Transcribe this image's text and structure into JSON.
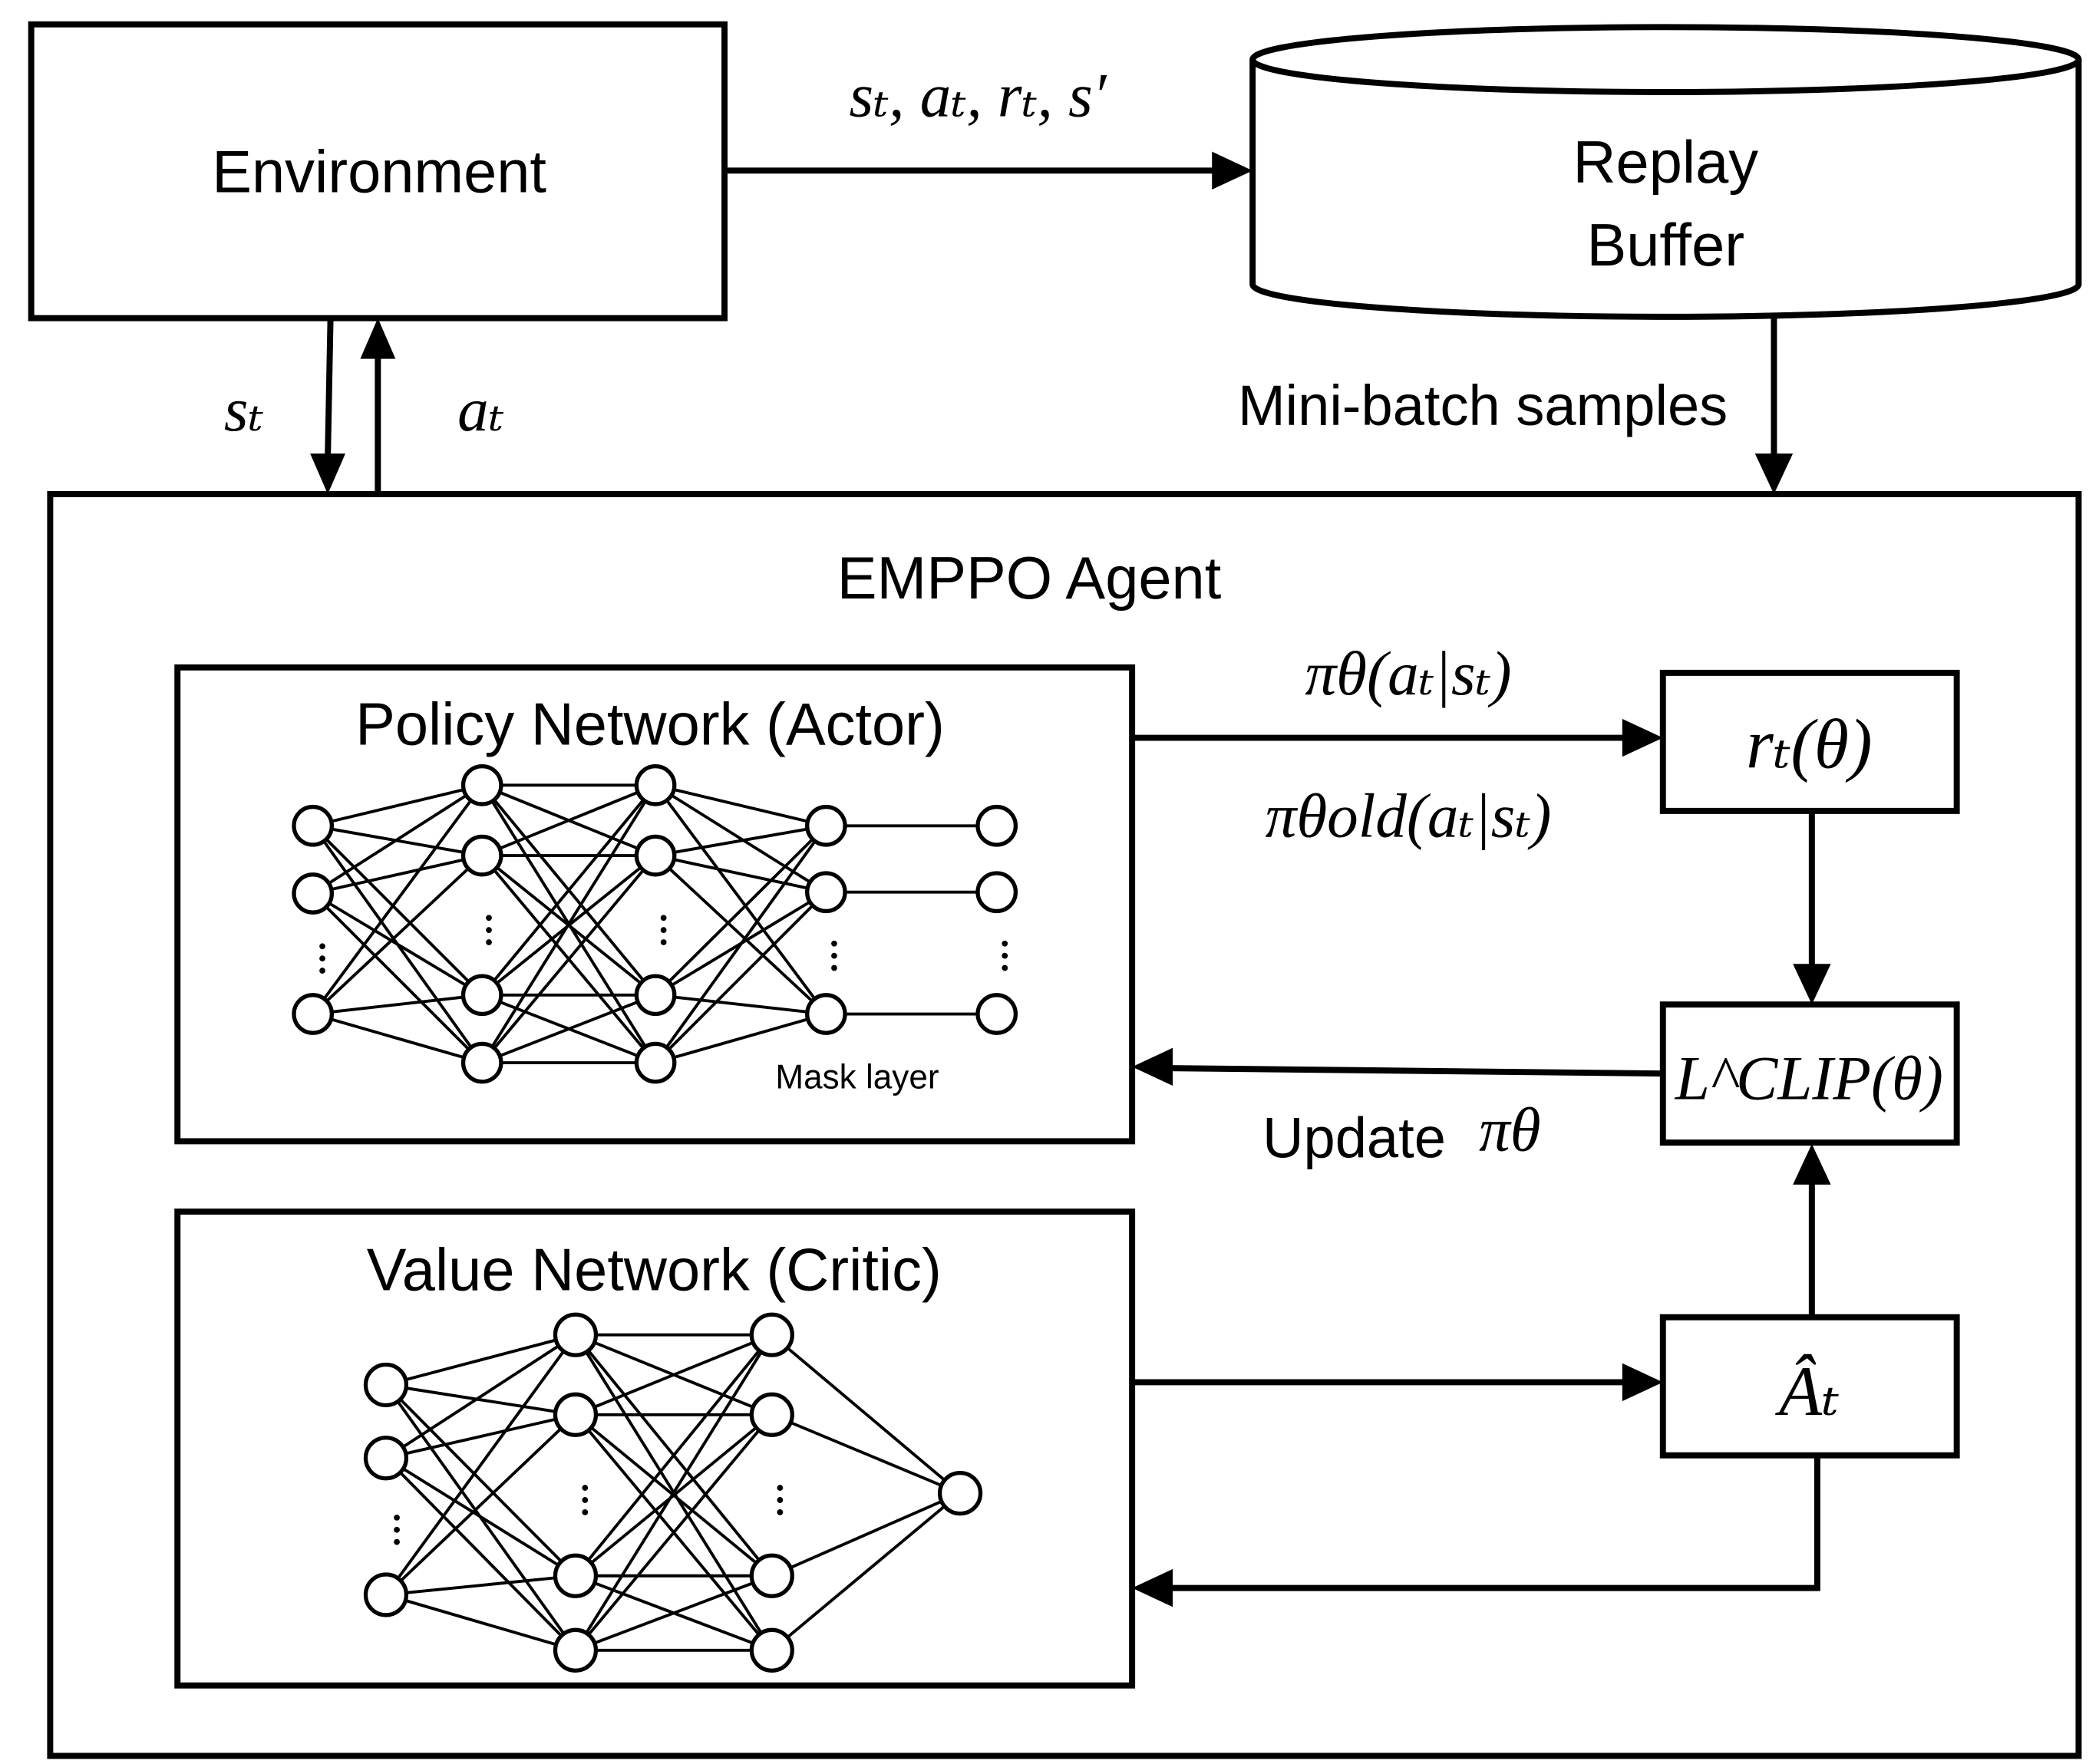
{
  "environment": {
    "label": "Environment"
  },
  "replay_buffer": {
    "line1": "Replay",
    "line2": "Buffer"
  },
  "transition_tuple": {
    "label": "sₜ, aₜ, rₜ, s′"
  },
  "state_arrow": {
    "label": "sₜ"
  },
  "action_arrow": {
    "label": "aₜ"
  },
  "minibatch": {
    "label": "Mini-batch samples"
  },
  "agent": {
    "label": "EMPPO Agent"
  },
  "policy_network": {
    "label": "Policy Network (Actor)",
    "mask_label": "Mask layer"
  },
  "value_network": {
    "label": "Value Network (Critic)"
  },
  "pi_theta": {
    "label": "πθ(aₜ|sₜ)"
  },
  "pi_theta_old": {
    "label": "πθold(aₜ|sₜ)"
  },
  "ratio": {
    "label": "rₜ(θ)"
  },
  "clip_loss": {
    "label": "L^CLIP(θ)"
  },
  "update": {
    "label": "Update",
    "symbol": "πθ"
  },
  "advantage": {
    "label": "Âₜ"
  }
}
